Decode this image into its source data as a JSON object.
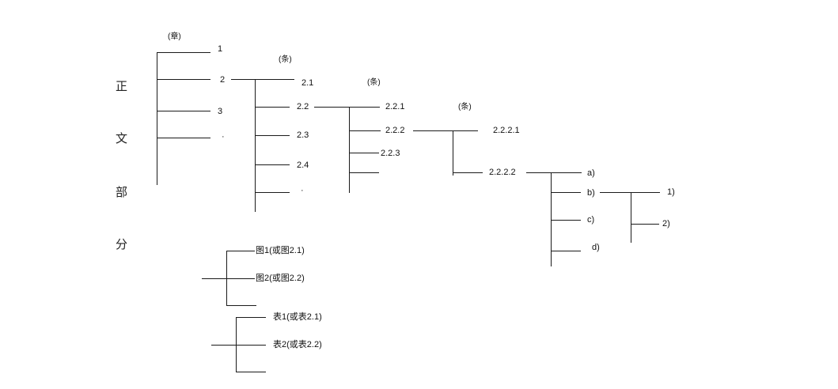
{
  "vertical_label": [
    "正",
    "文",
    "部",
    "分"
  ],
  "captions": {
    "chapter": "(章)",
    "article_1": "(条)",
    "article_2": "(条)",
    "article_3": "(条)"
  },
  "level1": [
    "1",
    "2",
    "3",
    "·"
  ],
  "level2": [
    "2.1",
    "2.2",
    "2.3",
    "2.4",
    "·"
  ],
  "level3": [
    "2.2.1",
    "2.2.2",
    "2.2.3"
  ],
  "level4": [
    "2.2.2.1",
    "2.2.2.2"
  ],
  "level5": [
    "a)",
    "b)",
    "c)",
    "d)"
  ],
  "level6": [
    "1)",
    "2)"
  ],
  "figures": [
    "图1(或图2.1)",
    "图2(或图2.2)"
  ],
  "tables": [
    "表1(或表2.1)",
    "表2(或表2.2)"
  ]
}
